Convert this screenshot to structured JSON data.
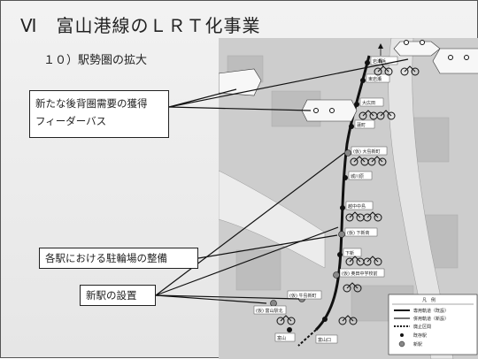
{
  "slide": {
    "title": "Ⅵ　富山港線のＬＲＴ化事業",
    "subtitle": "１０）駅勢圏の拡大"
  },
  "callouts": {
    "feeder_line1": "新たな後背圏需要の獲得",
    "feeder_line2": "フィーダーバス",
    "bicycle_parking": "各駅における駐輪場の整備",
    "new_station": "新駅の設置"
  },
  "map": {
    "stations": [
      {
        "name": "岩瀬浜"
      },
      {
        "name": "東岩瀬"
      },
      {
        "name": "大広田"
      },
      {
        "name": "蓮町"
      },
      {
        "name": "(仮) 大島新町"
      },
      {
        "name": "城川原"
      },
      {
        "name": "越中中島"
      },
      {
        "name": "(仮) 下新商"
      },
      {
        "name": "下新"
      },
      {
        "name": "(仮) 奥田中学校前"
      },
      {
        "name": "(仮) 富山駅北"
      },
      {
        "name": "(仮) 牛島新町"
      },
      {
        "name": "富山"
      },
      {
        "name": "富山口"
      }
    ],
    "north_label": "N",
    "legend": {
      "title": "凡　例",
      "items": [
        "専用軌道（既設）",
        "併用軌道（新設）",
        "廃止区間",
        "既存駅",
        "新駅"
      ]
    },
    "colors": {
      "rail": "#111111",
      "river": "#e9e9e9",
      "station_existing": "#111111",
      "station_new": "#888888"
    }
  }
}
